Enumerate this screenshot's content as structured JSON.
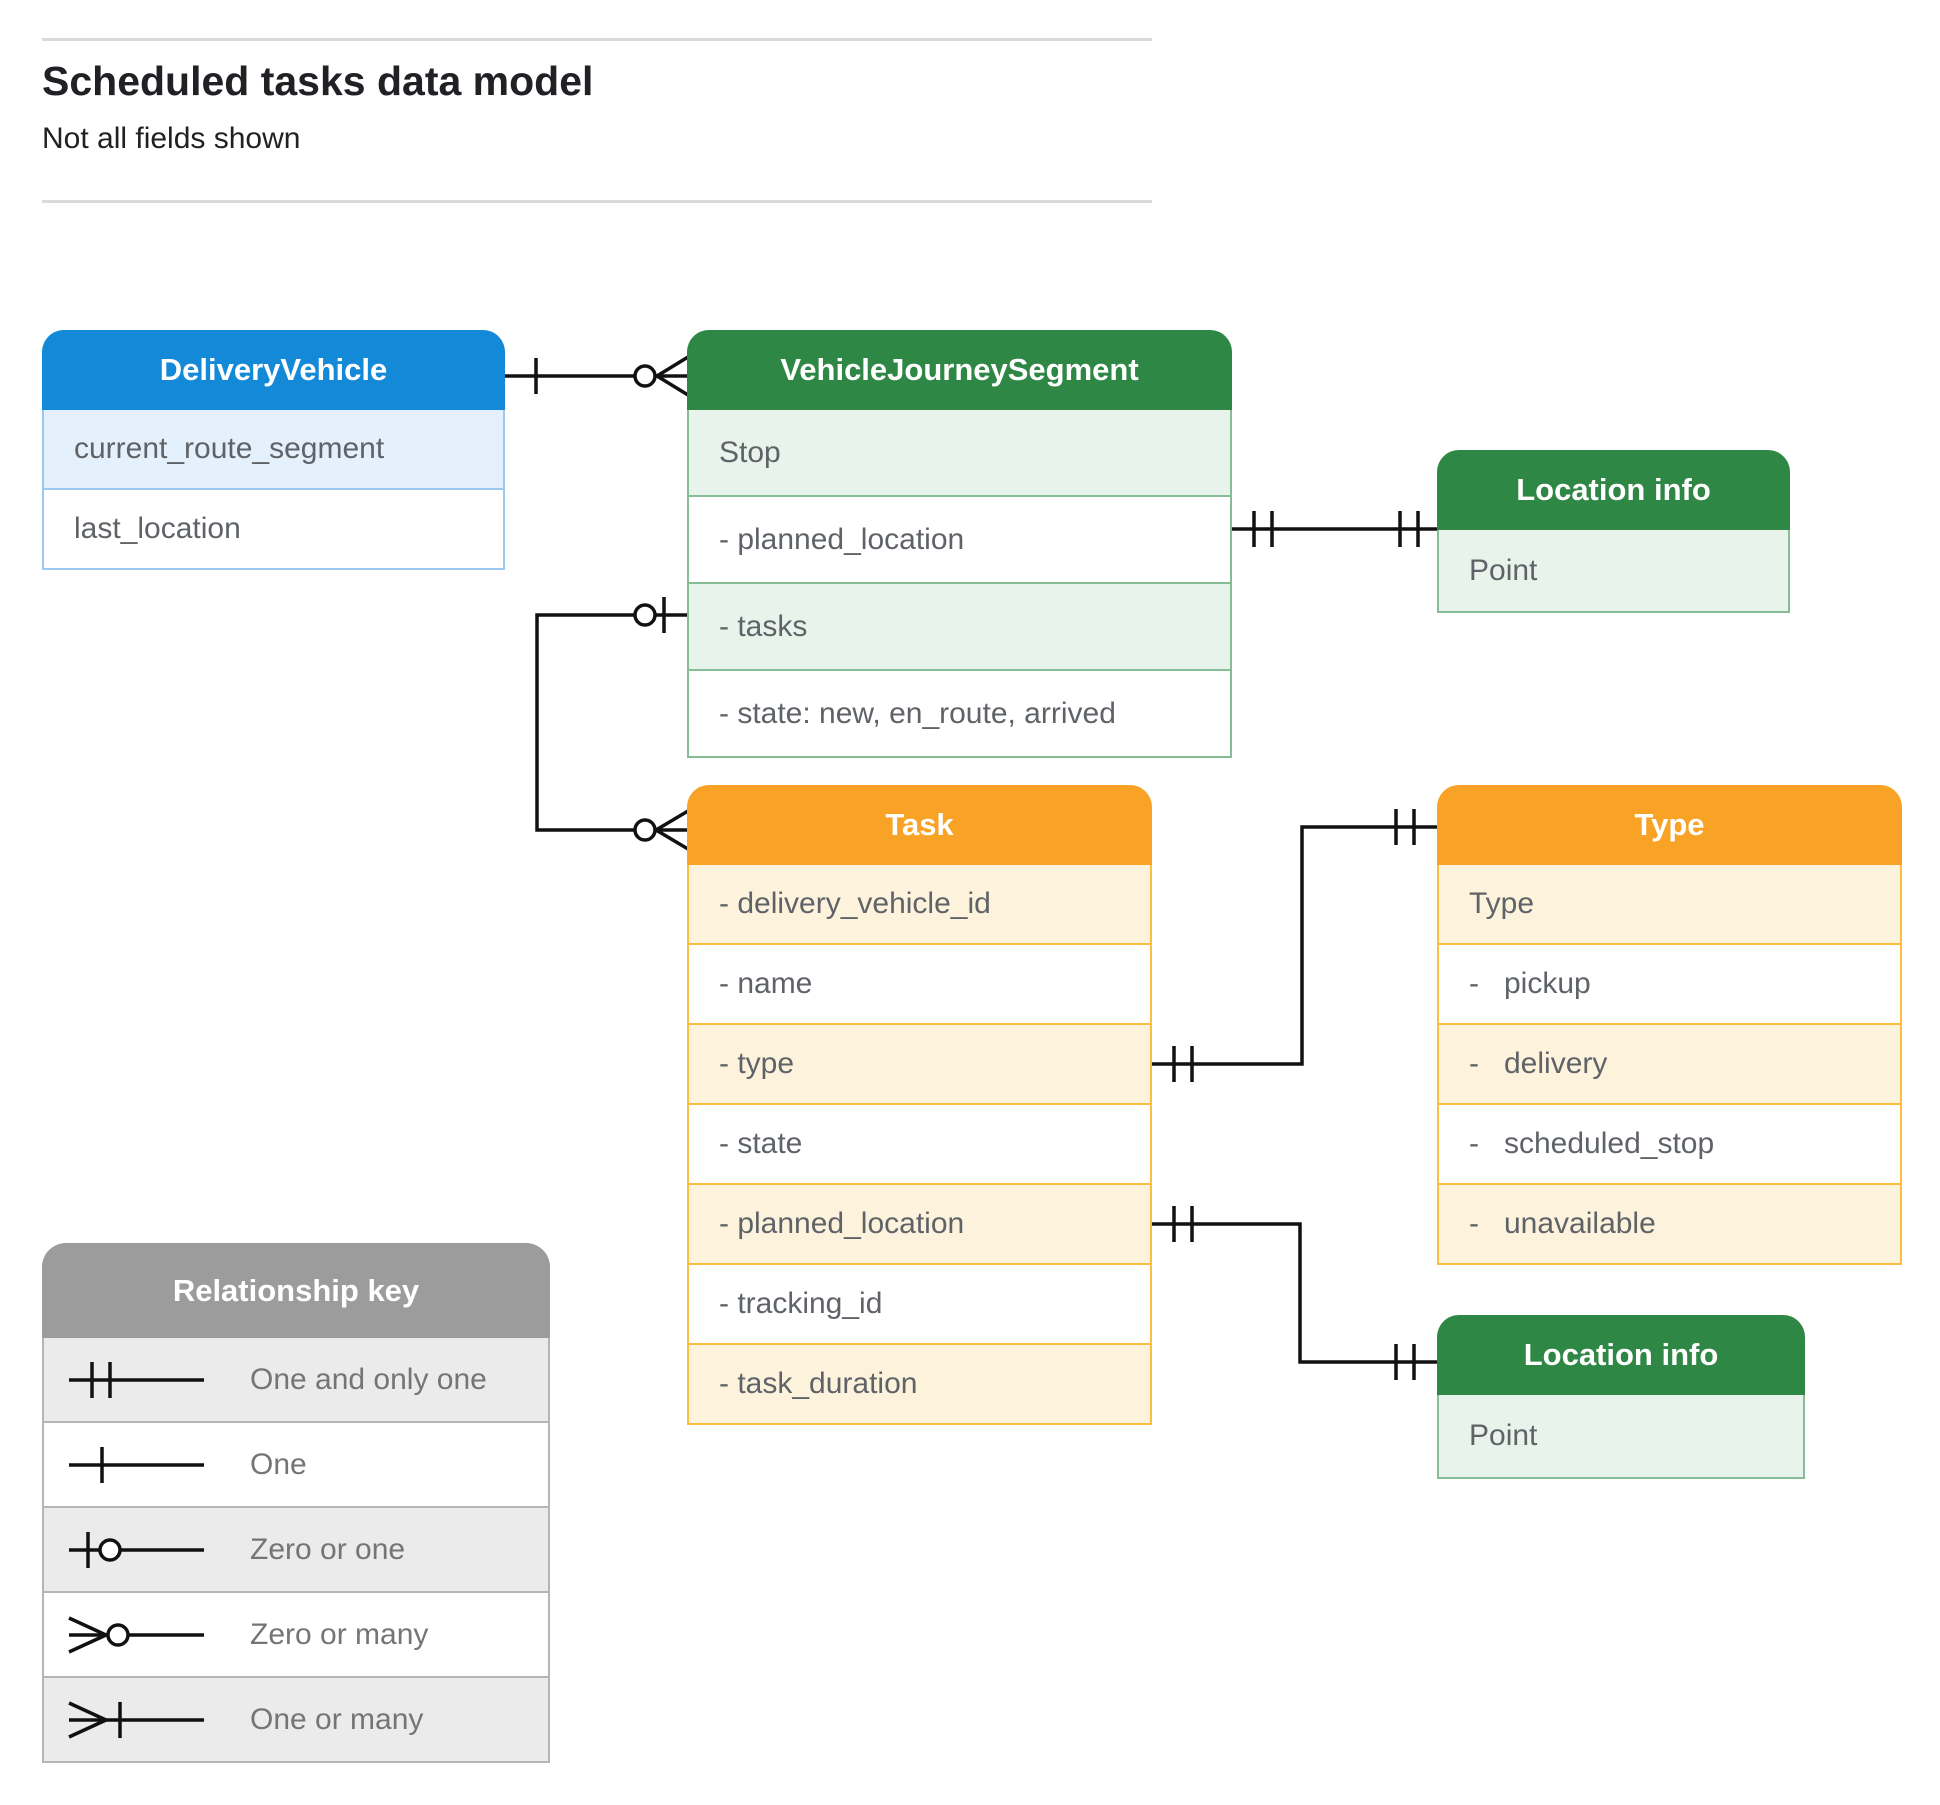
{
  "page": {
    "title": "Scheduled tasks data model",
    "subtitle": "Not all fields shown"
  },
  "entities": [
    {
      "id": "delivery-vehicle",
      "title": "DeliveryVehicle",
      "theme": "blue",
      "rows": [
        {
          "label": "current_route_segment"
        },
        {
          "label": "last_location"
        }
      ]
    },
    {
      "id": "vehicle-journey-segment",
      "title": "VehicleJourneySegment",
      "theme": "green",
      "rows": [
        {
          "label": "Stop"
        },
        {
          "label": "- planned_location"
        },
        {
          "label": "- tasks"
        },
        {
          "label": "- state: new, en_route, arrived"
        }
      ]
    },
    {
      "id": "location-info-top",
      "title": "Location info",
      "theme": "green",
      "rows": [
        {
          "label": "Point"
        }
      ]
    },
    {
      "id": "task",
      "title": "Task",
      "theme": "orange",
      "rows": [
        {
          "label": "- delivery_vehicle_id"
        },
        {
          "label": "- name"
        },
        {
          "label": "- type"
        },
        {
          "label": "- state"
        },
        {
          "label": "- planned_location"
        },
        {
          "label": "- tracking_id"
        },
        {
          "label": "- task_duration"
        }
      ]
    },
    {
      "id": "type",
      "title": "Type",
      "theme": "orange",
      "rows": [
        {
          "label": "Type"
        },
        {
          "label": "-   pickup"
        },
        {
          "label": "-   delivery"
        },
        {
          "label": "-   scheduled_stop"
        },
        {
          "label": "-   unavailable"
        }
      ]
    },
    {
      "id": "location-info-bottom",
      "title": "Location info",
      "theme": "green",
      "rows": [
        {
          "label": "Point"
        }
      ]
    }
  ],
  "legend": {
    "title": "Relationship key",
    "items": [
      {
        "symbol": "one-and-only-one",
        "label": "One and only one"
      },
      {
        "symbol": "one",
        "label": "One"
      },
      {
        "symbol": "zero-or-one",
        "label": "Zero or one"
      },
      {
        "symbol": "zero-or-many",
        "label": "Zero or many"
      },
      {
        "symbol": "one-or-many",
        "label": "One or many"
      }
    ]
  },
  "relationships": [
    {
      "from": "DeliveryVehicle",
      "to": "VehicleJourneySegment",
      "from_cardinality": "one",
      "to_cardinality": "zero-or-many"
    },
    {
      "from": "VehicleJourneySegment.tasks",
      "to": "Task",
      "from_cardinality": "zero-or-one",
      "to_cardinality": "zero-or-many"
    },
    {
      "from": "VehicleJourneySegment.planned_location",
      "to": "Location info",
      "from_cardinality": "one-and-only-one",
      "to_cardinality": "one-and-only-one"
    },
    {
      "from": "Task.type",
      "to": "Type",
      "from_cardinality": "one-and-only-one",
      "to_cardinality": "one-and-only-one"
    },
    {
      "from": "Task.planned_location",
      "to": "Location info",
      "from_cardinality": "one-and-only-one",
      "to_cardinality": "one-and-only-one"
    }
  ],
  "colors": {
    "blue_header": "#1489d8",
    "blue_row_shaded": "#e4f0fb",
    "blue_border": "#9dc8f0",
    "green_header": "#2e8745",
    "green_row_shaded": "#e8f3eb",
    "green_border": "#86bd96",
    "orange_header": "#f9a326",
    "orange_row_shaded": "#fdf3dd",
    "orange_border": "#fbbe3f",
    "legend_header": "#9c9c9c",
    "legend_row_shaded": "#ebebeb",
    "connector": "#111111",
    "row_text": "#5f6368",
    "title_text": "#202124"
  }
}
